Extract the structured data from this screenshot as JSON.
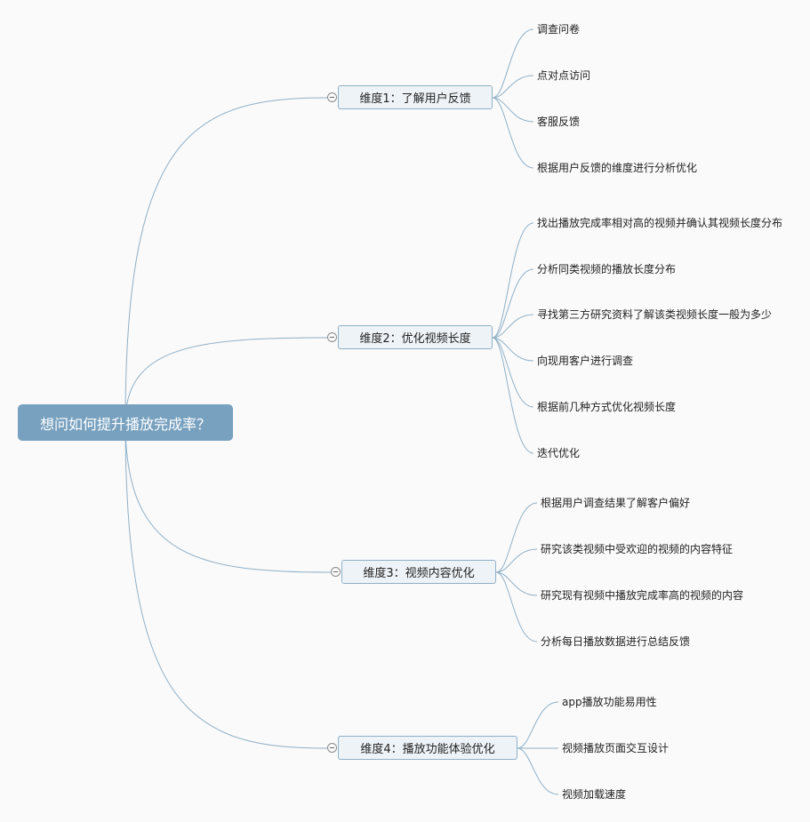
{
  "root": {
    "label": "想问如何提升播放完成率？"
  },
  "branches": [
    {
      "label": "维度1：了解用户反馈",
      "children": [
        "调查问卷",
        "点对点访问",
        "客服反馈",
        "根据用户反馈的维度进行分析优化"
      ]
    },
    {
      "label": "维度2：优化视频长度",
      "children": [
        "找出播放完成率相对高的视频并确认其视频长度分布",
        "分析同类视频的播放长度分布",
        "寻找第三方研究资料了解该类视频长度一般为多少",
        "向现用客户进行调查",
        "根据前几种方式优化视频长度",
        "迭代优化"
      ]
    },
    {
      "label": "维度3：视频内容优化",
      "children": [
        "根据用户调查结果了解客户偏好",
        "研究该类视频中受欢迎的视频的内容特征",
        "研究现有视频中播放完成率高的视频的内容",
        "分析每日播放数据进行总结反馈"
      ]
    },
    {
      "label": "维度4：播放功能体验优化",
      "children": [
        "app播放功能易用性",
        "视频播放页面交互设计",
        "视频加载速度"
      ]
    }
  ],
  "colors": {
    "line": "#8fb0c8",
    "root_fill": "#78a1bf",
    "branch_fill": "#eef3f7",
    "branch_border": "#8fb0c8"
  }
}
